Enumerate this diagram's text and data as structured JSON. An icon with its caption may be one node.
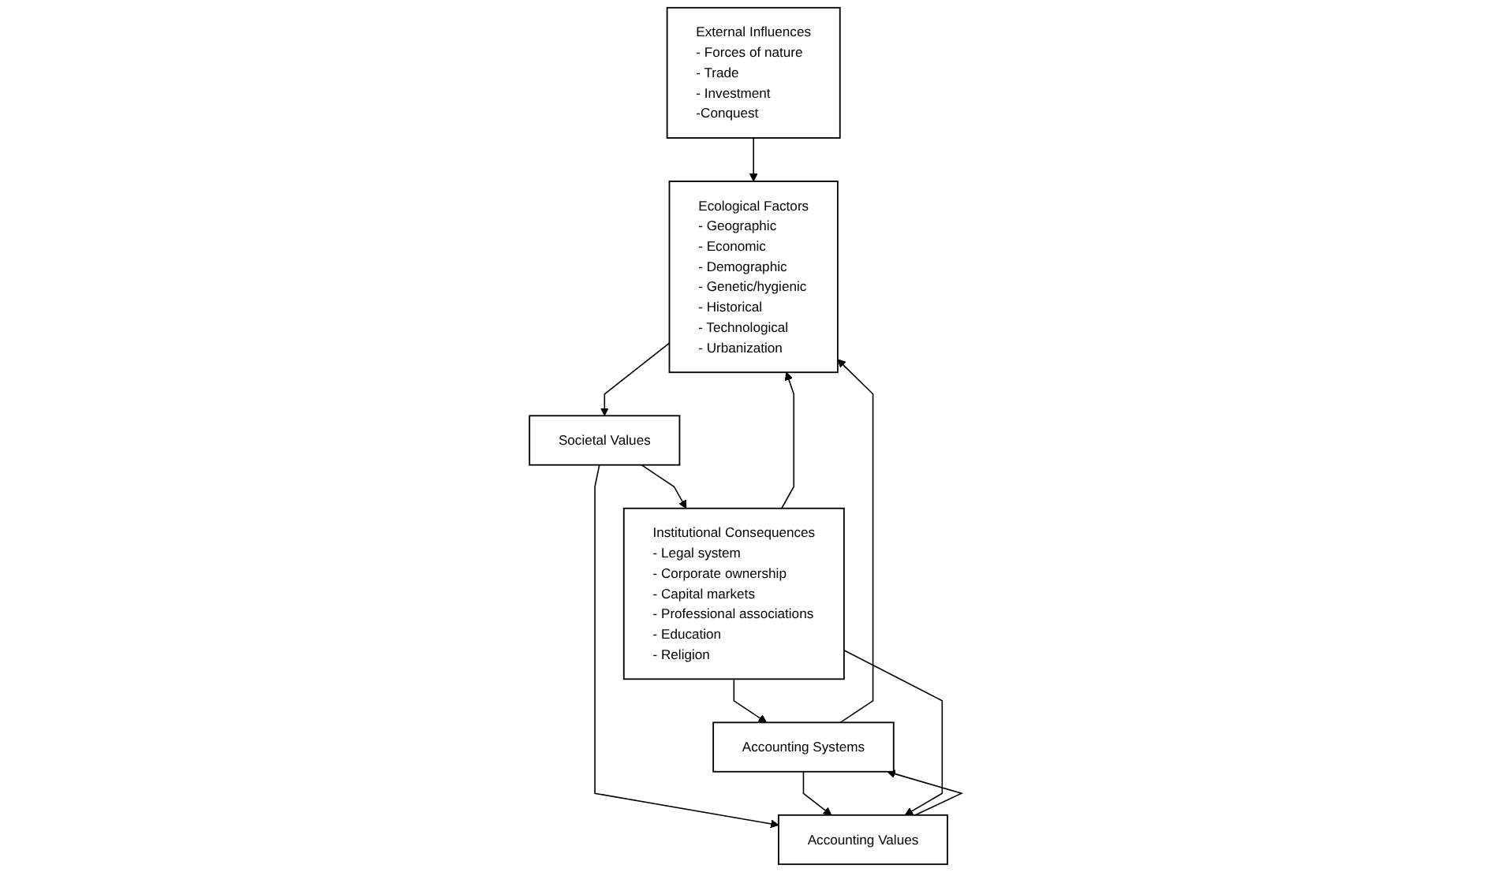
{
  "diagram": {
    "nodes": [
      {
        "text": [
          "External Influences",
          "- Forces of nature",
          "- Trade",
          "- Investment",
          "-Conquest"
        ]
      },
      {
        "text": [
          "Institutional Consequences",
          "- Legal system",
          "- Corporate ownership",
          "- Capital markets",
          "- Professional associations",
          "- Education",
          "- Religion"
        ]
      },
      {
        "text": [
          "Ecological Factors",
          "- Geographic",
          "- Economic",
          "- Demographic",
          "- Genetic/hygienic",
          "- Historical",
          "- Technological",
          "- Urbanization"
        ]
      },
      {
        "text": [
          "Societal Values"
        ]
      },
      {
        "text": [
          "Accounting Values"
        ]
      },
      {
        "text": [
          "Accounting Systems"
        ]
      }
    ],
    "edges": [
      {
        "from": 0,
        "to": 2,
        "arrow": "to"
      },
      {
        "from": 2,
        "to": 3,
        "arrow": "to"
      },
      {
        "from": 3,
        "to": 1,
        "arrow": "to"
      },
      {
        "from": 3,
        "to": 4,
        "arrow": "to"
      },
      {
        "from": 4,
        "to": 5,
        "arrow": "to"
      },
      {
        "from": 1,
        "to": 5,
        "arrow": "to"
      },
      {
        "from": 5,
        "to": 2,
        "arrow": "to"
      },
      {
        "from": 5,
        "to": 4,
        "arrow": "to"
      },
      {
        "from": 1,
        "to": 2,
        "arrow": "to"
      },
      {
        "from": 1,
        "to": 4,
        "arrow": "to"
      }
    ]
  }
}
